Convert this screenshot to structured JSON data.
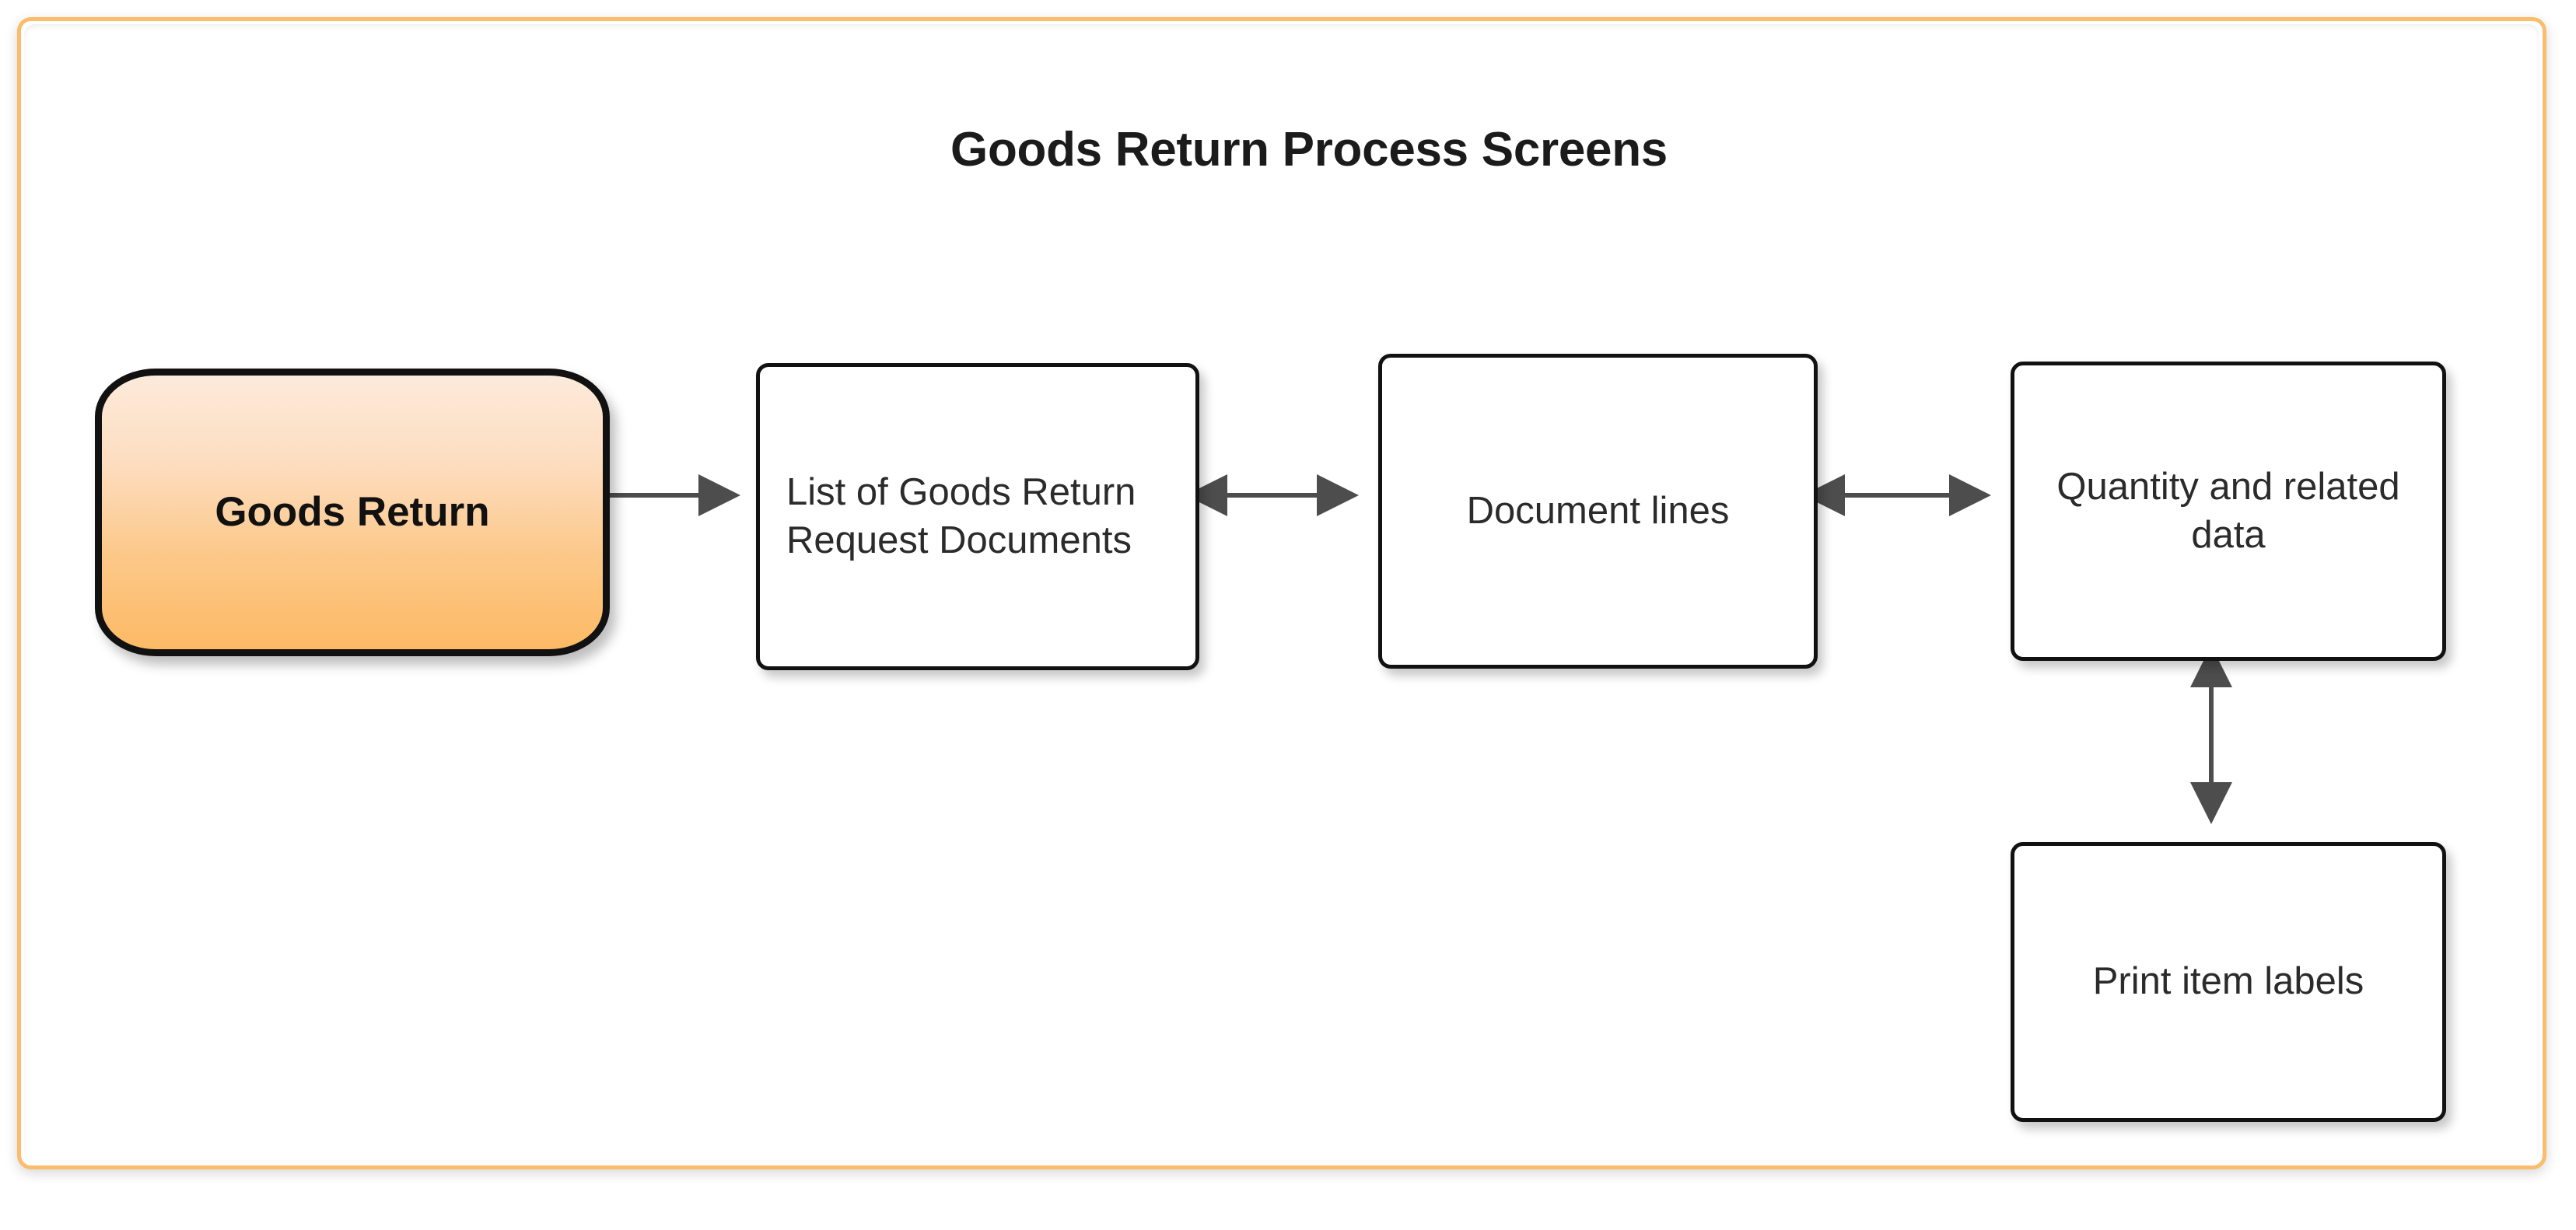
{
  "diagram": {
    "title": "Goods Return Process Screens",
    "frame_border_color": "#fbbc6c",
    "node_border_color": "#111111",
    "connector_color": "#4d4d4d",
    "start_node_gradient_top": "#fdeadb",
    "start_node_gradient_bottom": "#fcba65",
    "nodes": [
      {
        "id": "goods-return",
        "label": "Goods Return",
        "shape": "terminator"
      },
      {
        "id": "list-documents",
        "label": "List of Goods Return Request Documents",
        "shape": "process"
      },
      {
        "id": "document-lines",
        "label": "Document lines",
        "shape": "process"
      },
      {
        "id": "quantity-data",
        "label": "Quantity and related data",
        "shape": "process"
      },
      {
        "id": "print-labels",
        "label": "Print item labels",
        "shape": "process"
      }
    ],
    "connectors": [
      {
        "from": "goods-return",
        "to": "list-documents",
        "direction": "one-way",
        "orientation": "horizontal"
      },
      {
        "from": "list-documents",
        "to": "document-lines",
        "direction": "bidirectional",
        "orientation": "horizontal"
      },
      {
        "from": "document-lines",
        "to": "quantity-data",
        "direction": "bidirectional",
        "orientation": "horizontal"
      },
      {
        "from": "quantity-data",
        "to": "print-labels",
        "direction": "bidirectional",
        "orientation": "vertical"
      }
    ]
  }
}
